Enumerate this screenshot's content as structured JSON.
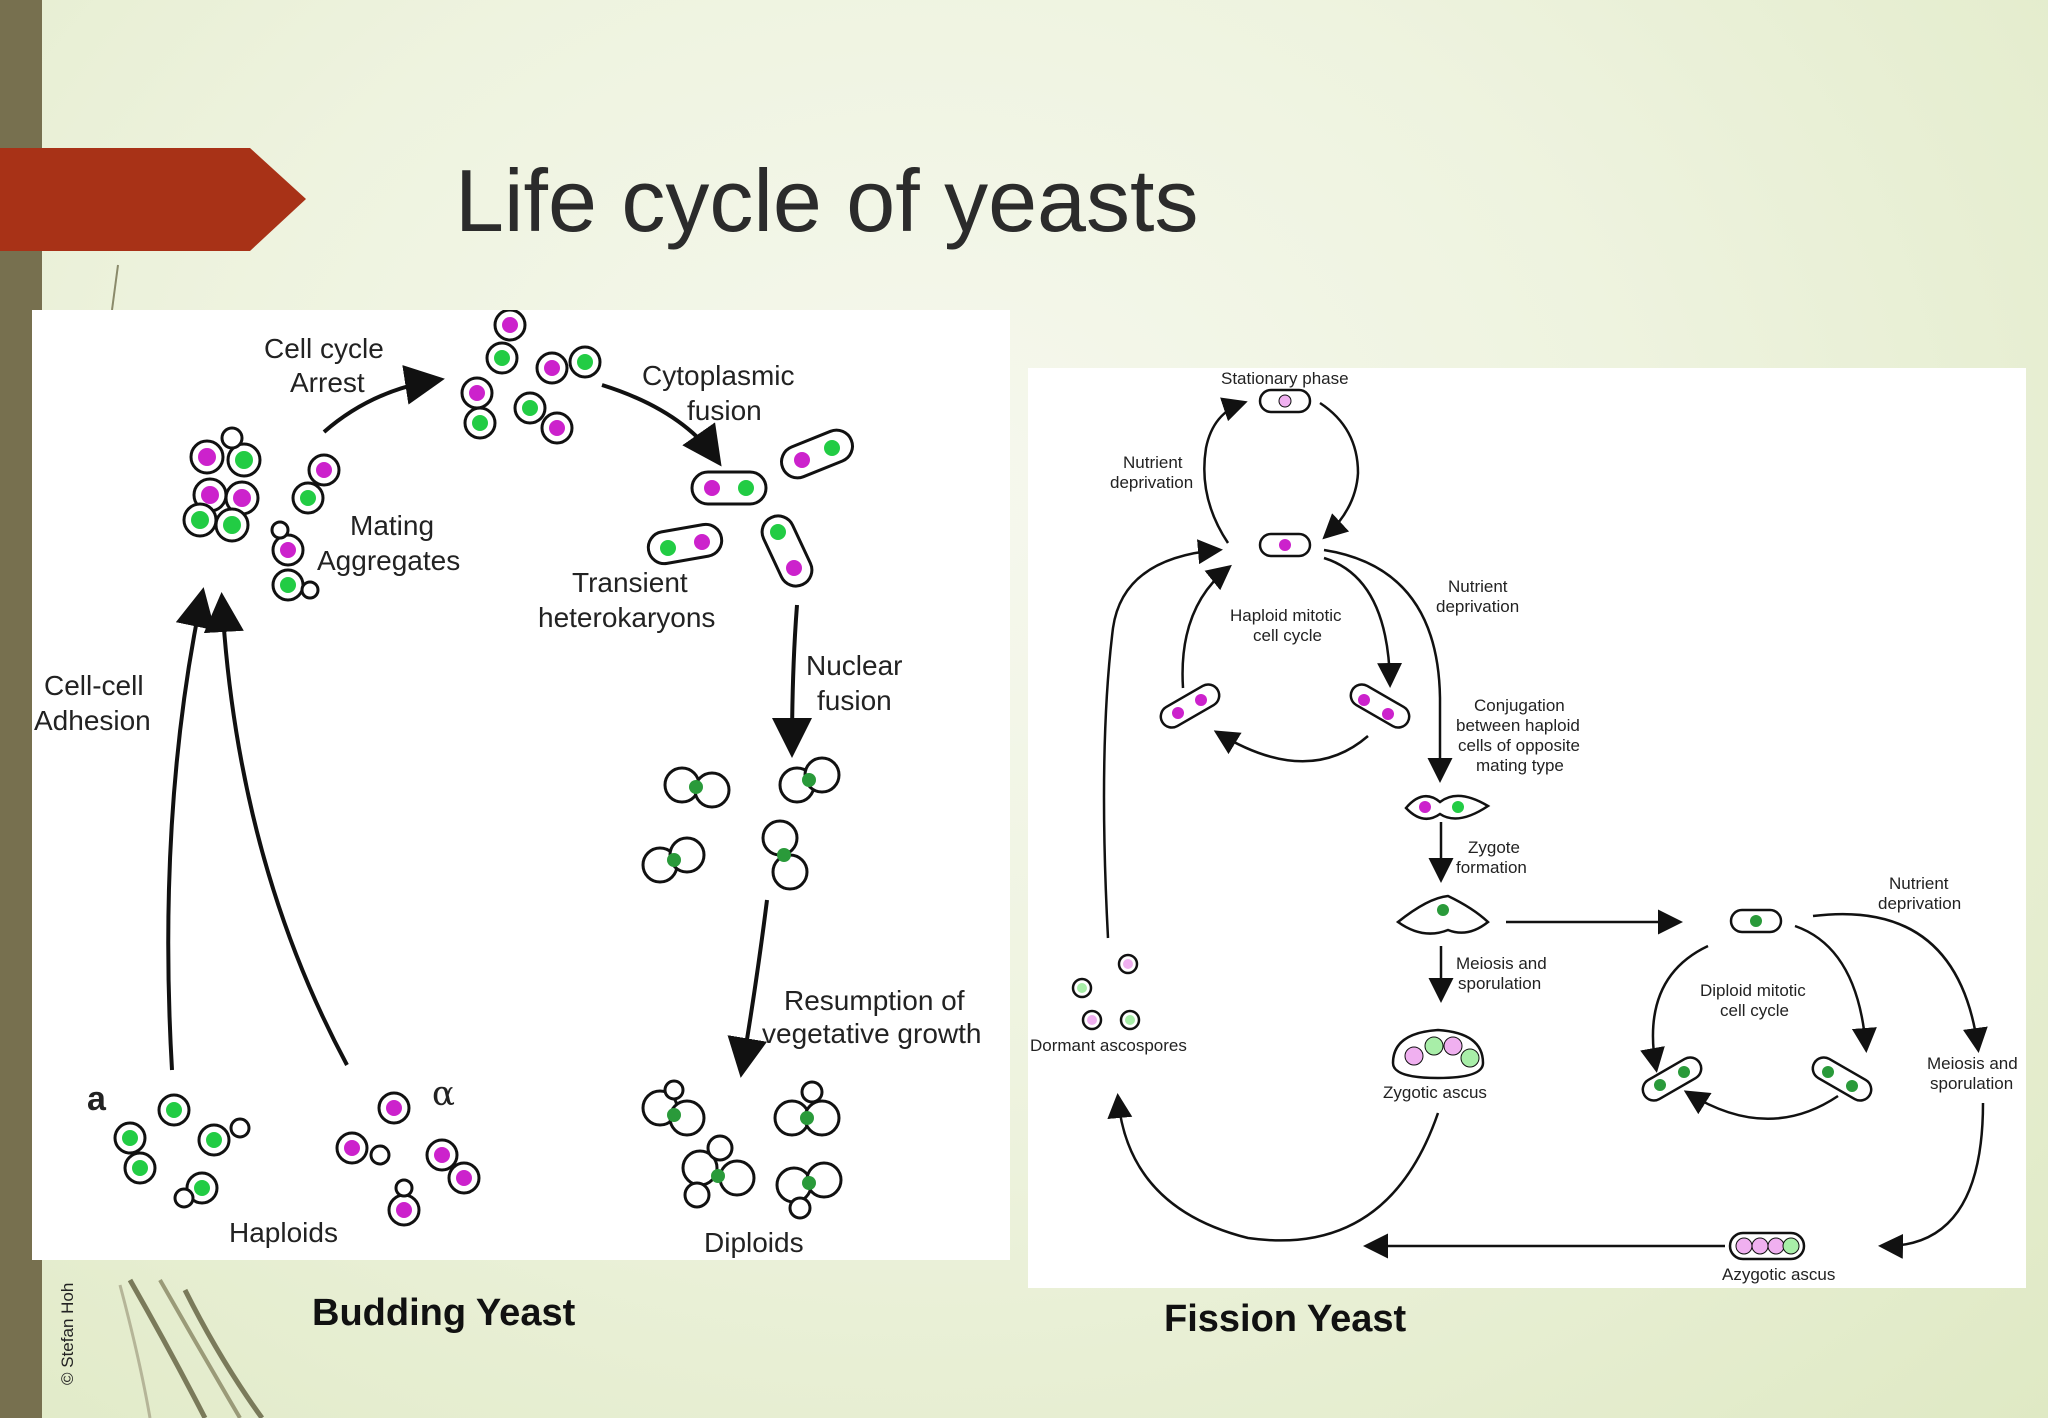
{
  "slide": {
    "title": "Life cycle of yeasts",
    "copyright": "© Stefan Hoh"
  },
  "colors": {
    "sidebar": "#77704f",
    "title_arrow": "#a83217",
    "magenta": "#cc22cc",
    "green": "#22cc44",
    "pink": "#f0b0f0",
    "light_green": "#a8eea8"
  },
  "budding": {
    "caption": "Budding Yeast",
    "labels": {
      "cell_cycle": "Cell cycle",
      "arrest": "Arrest",
      "cytoplasmic": "Cytoplasmic",
      "fusion": "fusion",
      "mating": "Mating",
      "aggregates": "Aggregates",
      "transient": "Transient",
      "heterokaryons": "heterokaryons",
      "cellcell": "Cell-cell",
      "adhesion": "Adhesion",
      "nuclear": "Nuclear",
      "nuclear_fusion": "fusion",
      "resumption": "Resumption of",
      "vegetative": "vegetative growth",
      "a": "a",
      "alpha": "α",
      "haploids": "Haploids",
      "diploids": "Diploids"
    }
  },
  "fission": {
    "caption": "Fission Yeast",
    "labels": {
      "stationary": "Stationary phase",
      "nutrient1a": "Nutrient",
      "nutrient1b": "deprivation",
      "nutrient2a": "Nutrient",
      "nutrient2b": "deprivation",
      "haploid_a": "Haploid mitotic",
      "haploid_b": "cell cycle",
      "conj_a": "Conjugation",
      "conj_b": "between haploid",
      "conj_c": "cells of opposite",
      "conj_d": "mating type",
      "zygote_a": "Zygote",
      "zygote_b": "formation",
      "nutrient3a": "Nutrient",
      "nutrient3b": "deprivation",
      "meiosis1a": "Meiosis and",
      "meiosis1b": "sporulation",
      "diploid_a": "Diploid mitotic",
      "diploid_b": "cell cycle",
      "dormant": "Dormant ascospores",
      "zygotic": "Zygotic ascus",
      "meiosis2a": "Meiosis and",
      "meiosis2b": "sporulation",
      "azygotic": "Azygotic ascus"
    }
  }
}
